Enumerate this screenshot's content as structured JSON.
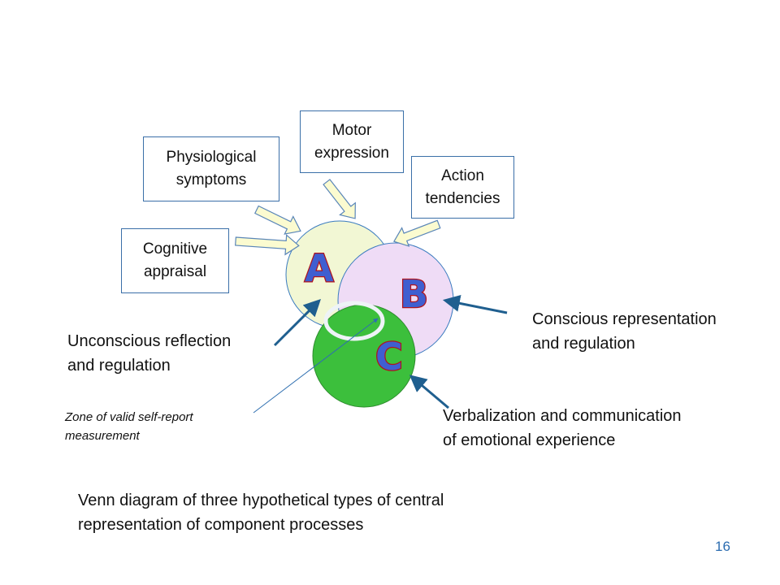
{
  "boxes": {
    "physiological": [
      "Physiological",
      "symptoms"
    ],
    "motor": [
      "Motor",
      "expression"
    ],
    "action": [
      "Action",
      "tendencies"
    ],
    "cognitive": [
      "Cognitive",
      "appraisal"
    ]
  },
  "circles": {
    "a": "A",
    "b": "B",
    "c": "C"
  },
  "labels": {
    "conscious": [
      "Conscious representation",
      "and regulation"
    ],
    "unconscious": [
      "Unconscious reflection",
      "and regulation"
    ],
    "verbalization": [
      "Verbalization and communication",
      "of emotional experience"
    ],
    "zone": [
      "Zone of valid self-report",
      "measurement"
    ]
  },
  "caption": [
    "Venn diagram of three hypothetical types of central",
    "representation of component processes"
  ],
  "page_number": "16",
  "colors": {
    "circle_a": "#f2f7d4",
    "circle_b": "#efdcf6",
    "circle_c": "#3cbf3c",
    "box_border": "#3a6fa8",
    "arrow_blue": "#1f5f8f",
    "page_number": "#2b6cb0"
  }
}
